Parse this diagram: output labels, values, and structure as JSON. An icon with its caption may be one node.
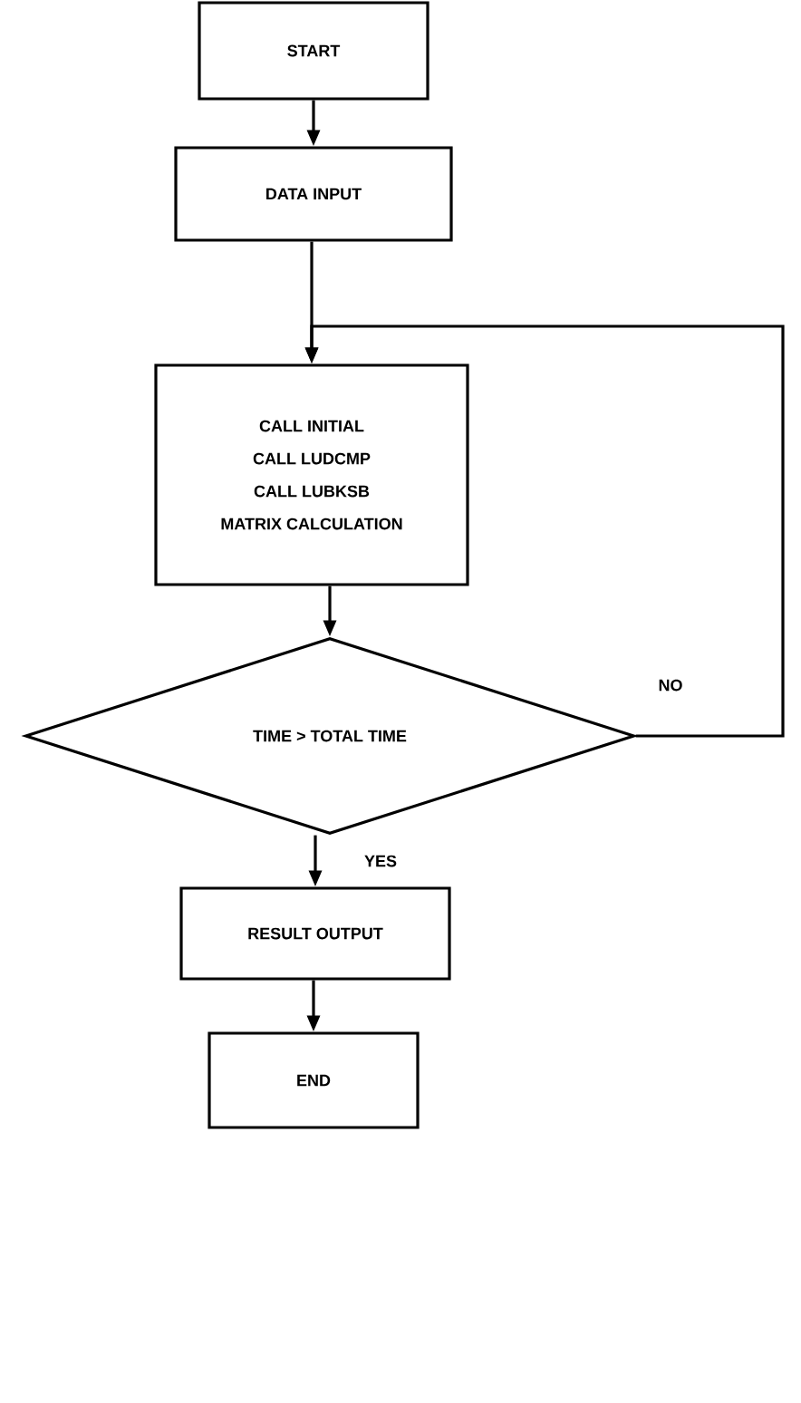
{
  "diagram": {
    "nodes": [
      {
        "text": [
          "START"
        ]
      },
      {
        "text": [
          "DATA INPUT"
        ]
      },
      {
        "text": [
          "CALL INITIAL",
          "CALL LUDCMP",
          "CALL LUBKSB",
          "MATRIX CALCULATION"
        ]
      },
      {
        "text": [
          "TIME > TOTAL TIME"
        ]
      },
      {
        "text": [
          "RESULT OUTPUT"
        ]
      },
      {
        "text": [
          "END"
        ]
      }
    ],
    "edges": [
      {
        "from": 0,
        "to": 1,
        "arrow": "to"
      },
      {
        "from": 1,
        "to": 2,
        "arrow": "to"
      },
      {
        "from": 2,
        "to": 3,
        "arrow": "to"
      },
      {
        "from": 3,
        "to": 2,
        "arrow": "to",
        "label": "NO"
      },
      {
        "from": 3,
        "to": 4,
        "arrow": "to",
        "label": "YES"
      },
      {
        "from": 4,
        "to": 5,
        "arrow": "to"
      }
    ]
  }
}
